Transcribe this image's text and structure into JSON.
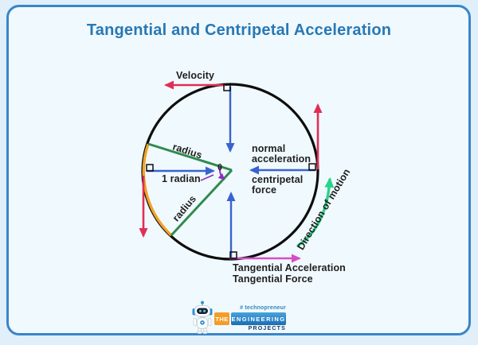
{
  "card": {
    "title": "Tangential and Centripetal Acceleration"
  },
  "diagram": {
    "labels": {
      "velocity": "Velocity",
      "radius_upper": "radius",
      "radius_lower": "radius",
      "one_radian": "1 radian",
      "theta": "θ",
      "normal_acceleration": "normal acceleration",
      "centripetal_force": "centripetal force",
      "direction_of_motion": "Direction of motion",
      "tangential_acceleration": "Tangential Acceleration",
      "tangential_force": "Tangential Force"
    },
    "icons": {
      "circle": "circle-outline",
      "right_angle_markers": "right-angle-marker-icon",
      "theta_arc": "angle-arc-icon"
    }
  },
  "logo": {
    "hashtag": "# technopreneur",
    "word_the": "THE",
    "word_engineering": "ENGINEERING",
    "word_projects": "PROJECTS"
  },
  "colors": {
    "outerBg": "#e0effa",
    "cardBg": "#f0f9fd",
    "cardBorder": "#3a85c8",
    "title": "#2878b5",
    "ink": "#1f1f1f",
    "circle": "#0d0d0d",
    "red": "#e02e55",
    "blue": "#3a63cf",
    "green": "#2f8b4d",
    "orange": "#f2a229",
    "purple": "#8b2fc0",
    "magenta": "#d44fc4",
    "springGreen": "#27d48c",
    "logoOrange": "#f59d26",
    "logoBlueTop": "#46a3dd",
    "logoBlueBottom": "#1a6db3",
    "logoNavy": "#1c3a60",
    "logoHashBlue": "#2e86c5"
  }
}
